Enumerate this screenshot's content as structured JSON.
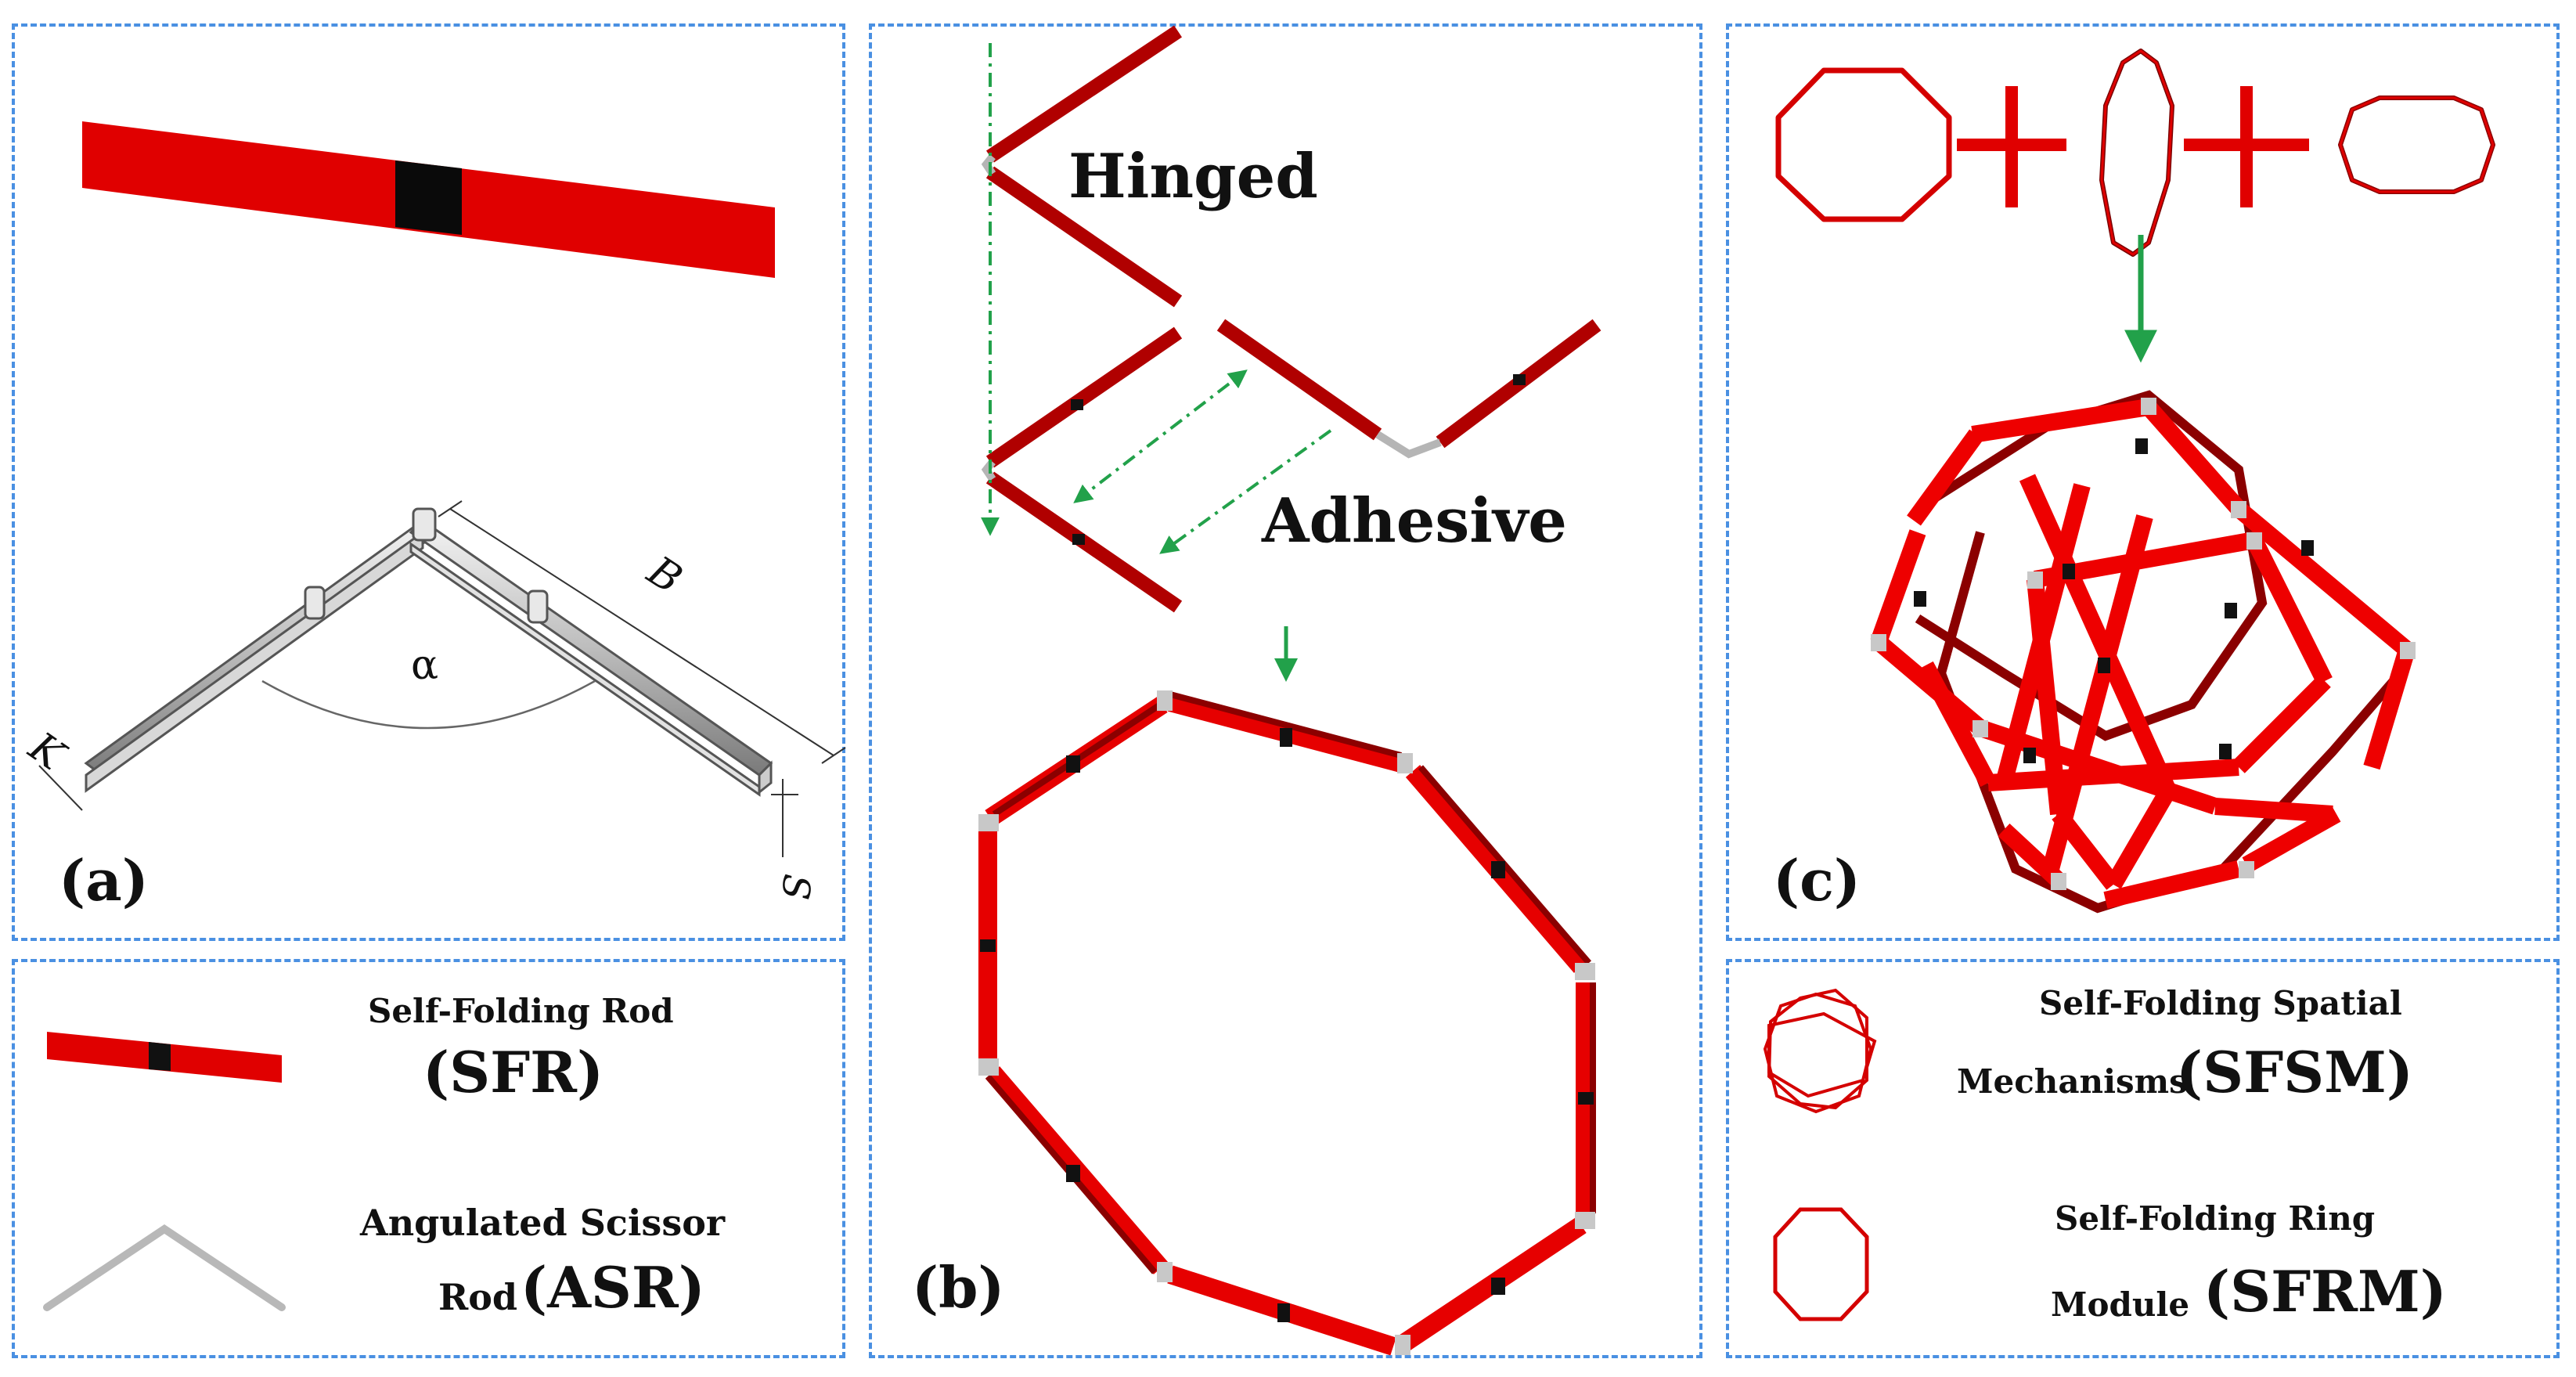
{
  "panels": {
    "a": {
      "tag": "(a)",
      "dims": {
        "alpha": "α",
        "B": "B",
        "K": "K",
        "S": "S"
      }
    },
    "b": {
      "tag": "(b)",
      "hinged": "Hinged",
      "adhesive": "Adhesive"
    },
    "c": {
      "tag": "(c)"
    }
  },
  "legend_left": {
    "sfr_line": "Self-Folding Rod",
    "sfr_abbr": "(SFR)",
    "asr_line1": "Angulated Scissor",
    "asr_line2": "Rod",
    "asr_abbr": "(ASR)"
  },
  "legend_right": {
    "sfsm_line1": "Self-Folding Spatial",
    "sfsm_line2": "Mechanisms",
    "sfsm_abbr": "(SFSM)",
    "sfrm_line1": "Self-Folding Ring",
    "sfrm_line2": "Module",
    "sfrm_abbr": "(SFRM)"
  },
  "colors": {
    "rod_red": "#e60000",
    "rod_dark": "#8b0000",
    "joint": "#111111",
    "hinge_gray": "#b5b5b5",
    "arrow_green": "#22a14a",
    "frame_blue": "#4a90e2"
  }
}
